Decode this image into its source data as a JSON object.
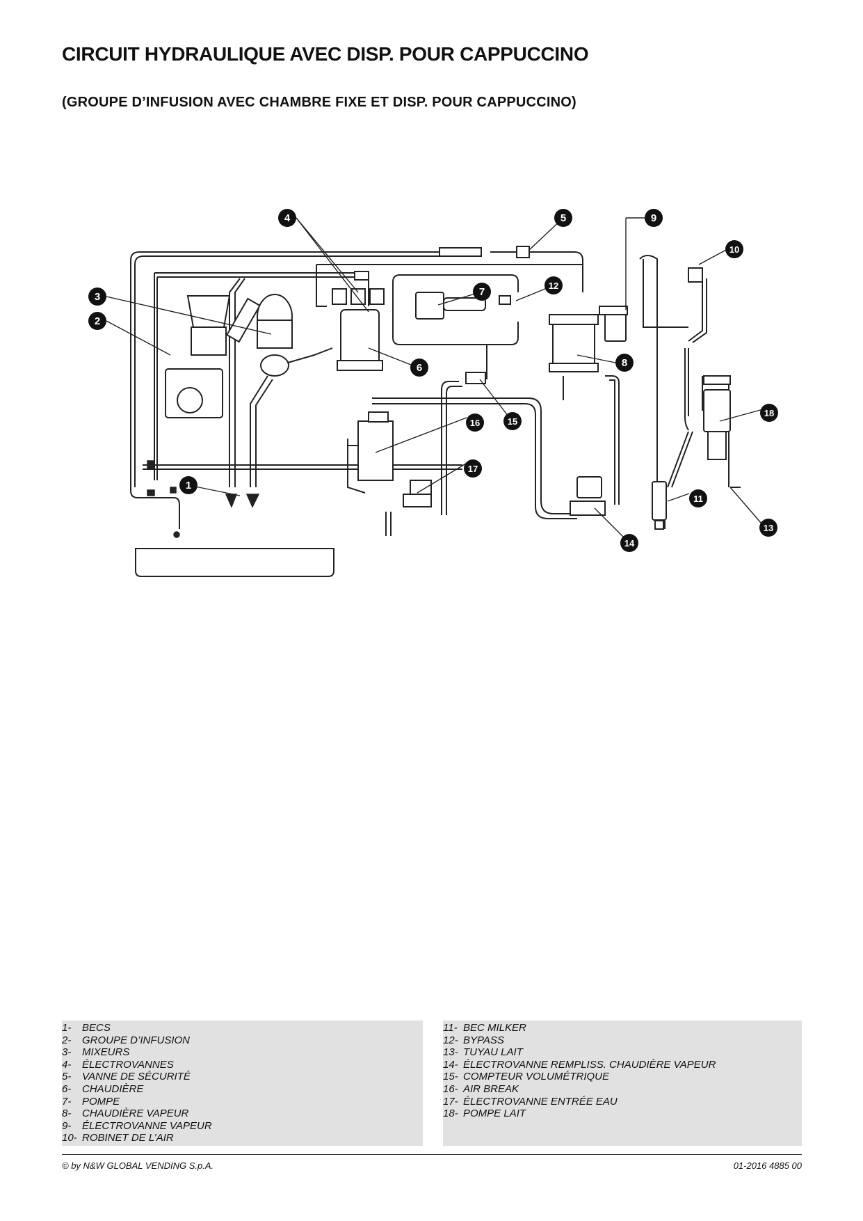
{
  "title": "CIRCUIT HYDRAULIQUE AVEC DISP. POUR CAPPUCCINO",
  "subtitle": "(GROUPE D’INFUSION AVEC CHAMBRE FIXE ET DISP. POUR CAPPUCCINO)",
  "callouts": [
    "1",
    "2",
    "3",
    "4",
    "5",
    "6",
    "7",
    "8",
    "9",
    "10",
    "11",
    "12",
    "13",
    "14",
    "15",
    "16",
    "17",
    "18"
  ],
  "legend_left": [
    {
      "num": "1-",
      "label": "BECS"
    },
    {
      "num": "2-",
      "label": "GROUPE D’INFUSION"
    },
    {
      "num": "3-",
      "label": "MIXEURS"
    },
    {
      "num": "4-",
      "label": "ÉLECTROVANNES"
    },
    {
      "num": "5-",
      "label": "VANNE DE SÉCURITÉ"
    },
    {
      "num": "6-",
      "label": "CHAUDIÈRE"
    },
    {
      "num": "7-",
      "label": "POMPE"
    },
    {
      "num": "8-",
      "label": "CHAUDIÈRE VAPEUR"
    },
    {
      "num": "9-",
      "label": "ÉLECTROVANNE VAPEUR"
    },
    {
      "num": "10-",
      "label": "ROBINET DE L’AIR"
    }
  ],
  "legend_right": [
    {
      "num": "11-",
      "label": "BEC MILKER"
    },
    {
      "num": "12-",
      "label": "BYPASS"
    },
    {
      "num": "13-",
      "label": "TUYAU LAIT"
    },
    {
      "num": "14-",
      "label": "ÉLECTROVANNE REMPLISS. CHAUDIÈRE VAPEUR"
    },
    {
      "num": "15-",
      "label": "COMPTEUR VOLUMÉTRIQUE"
    },
    {
      "num": "16-",
      "label": "AIR BREAK"
    },
    {
      "num": "17-",
      "label": "ÉLECTROVANNE ENTRÉE EAU"
    },
    {
      "num": "18-",
      "label": "POMPE LAIT"
    }
  ],
  "footer": {
    "copyright": "© by N&W GLOBAL VENDING S.p.A.",
    "doc_number": "01-2016 4885 00"
  }
}
